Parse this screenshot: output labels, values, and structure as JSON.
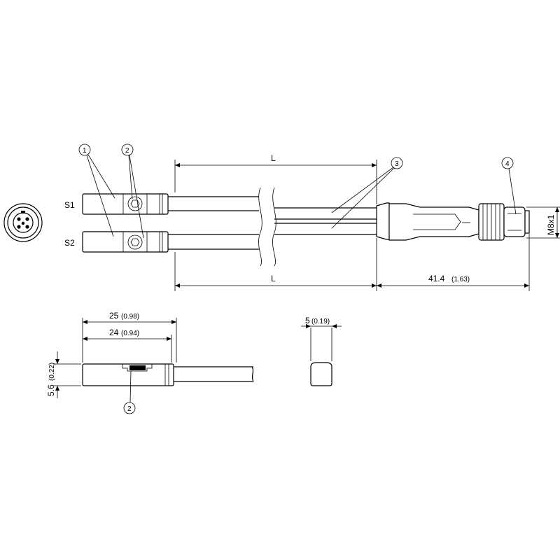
{
  "labels": {
    "sensor1": "S1",
    "sensor2": "S2",
    "length_top": "L",
    "length_bottom": "L",
    "connector_len": "41.4",
    "connector_len_in": "(1.63)",
    "thread": "M8x1",
    "width_outer": "25",
    "width_outer_in": "(0.98)",
    "width_inner": "24",
    "width_inner_in": "(0.94)",
    "height": "5.6",
    "height_in": "(0.22)",
    "end_width": "5",
    "end_width_in": "(0.19)"
  },
  "callouts": {
    "c1": "1",
    "c2": "2",
    "c3": "3",
    "c4": "4",
    "c2_side": "2"
  }
}
